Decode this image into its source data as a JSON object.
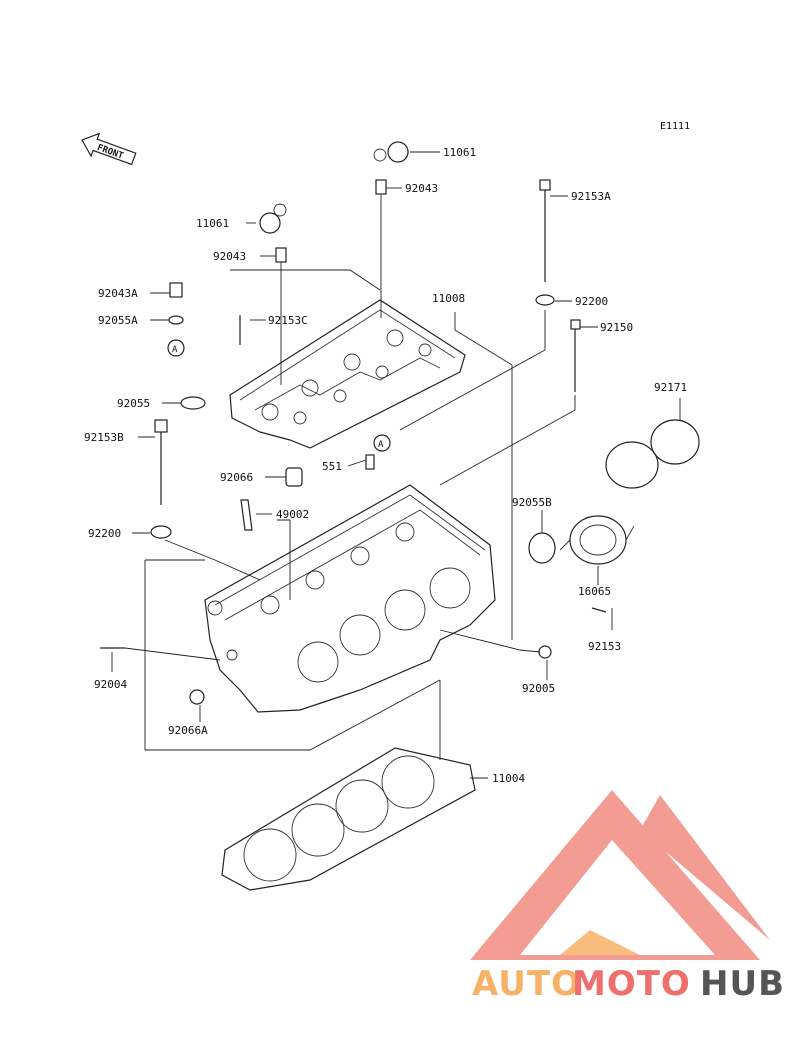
{
  "diagram": {
    "code": "E1111",
    "front_label": "FRONT",
    "ref_marker": "A",
    "labels": [
      {
        "id": "11061-top",
        "text": "11061"
      },
      {
        "id": "92043-top",
        "text": "92043"
      },
      {
        "id": "92153A",
        "text": "92153A"
      },
      {
        "id": "11061-left",
        "text": "11061"
      },
      {
        "id": "92043-left",
        "text": "92043"
      },
      {
        "id": "92200-top",
        "text": "92200"
      },
      {
        "id": "92043A",
        "text": "92043A"
      },
      {
        "id": "92055A",
        "text": "92055A"
      },
      {
        "id": "11008",
        "text": "11008"
      },
      {
        "id": "92153C",
        "text": "92153C"
      },
      {
        "id": "92150",
        "text": "92150"
      },
      {
        "id": "92171",
        "text": "92171"
      },
      {
        "id": "92055",
        "text": "92055"
      },
      {
        "id": "92153B",
        "text": "92153B"
      },
      {
        "id": "551",
        "text": "551"
      },
      {
        "id": "92066",
        "text": "92066"
      },
      {
        "id": "49002",
        "text": "49002"
      },
      {
        "id": "92055B",
        "text": "92055B"
      },
      {
        "id": "92200-left",
        "text": "92200"
      },
      {
        "id": "16065",
        "text": "16065"
      },
      {
        "id": "92153",
        "text": "92153"
      },
      {
        "id": "92004",
        "text": "92004"
      },
      {
        "id": "92005",
        "text": "92005"
      },
      {
        "id": "92066A",
        "text": "92066A"
      },
      {
        "id": "11004",
        "text": "11004"
      }
    ]
  },
  "watermark": {
    "part1": "AUTO",
    "part2": "MOTO",
    "part3": "HUB",
    "color_orange": "#f7b267",
    "color_red": "#ef6f6c",
    "color_dark": "#555555"
  }
}
